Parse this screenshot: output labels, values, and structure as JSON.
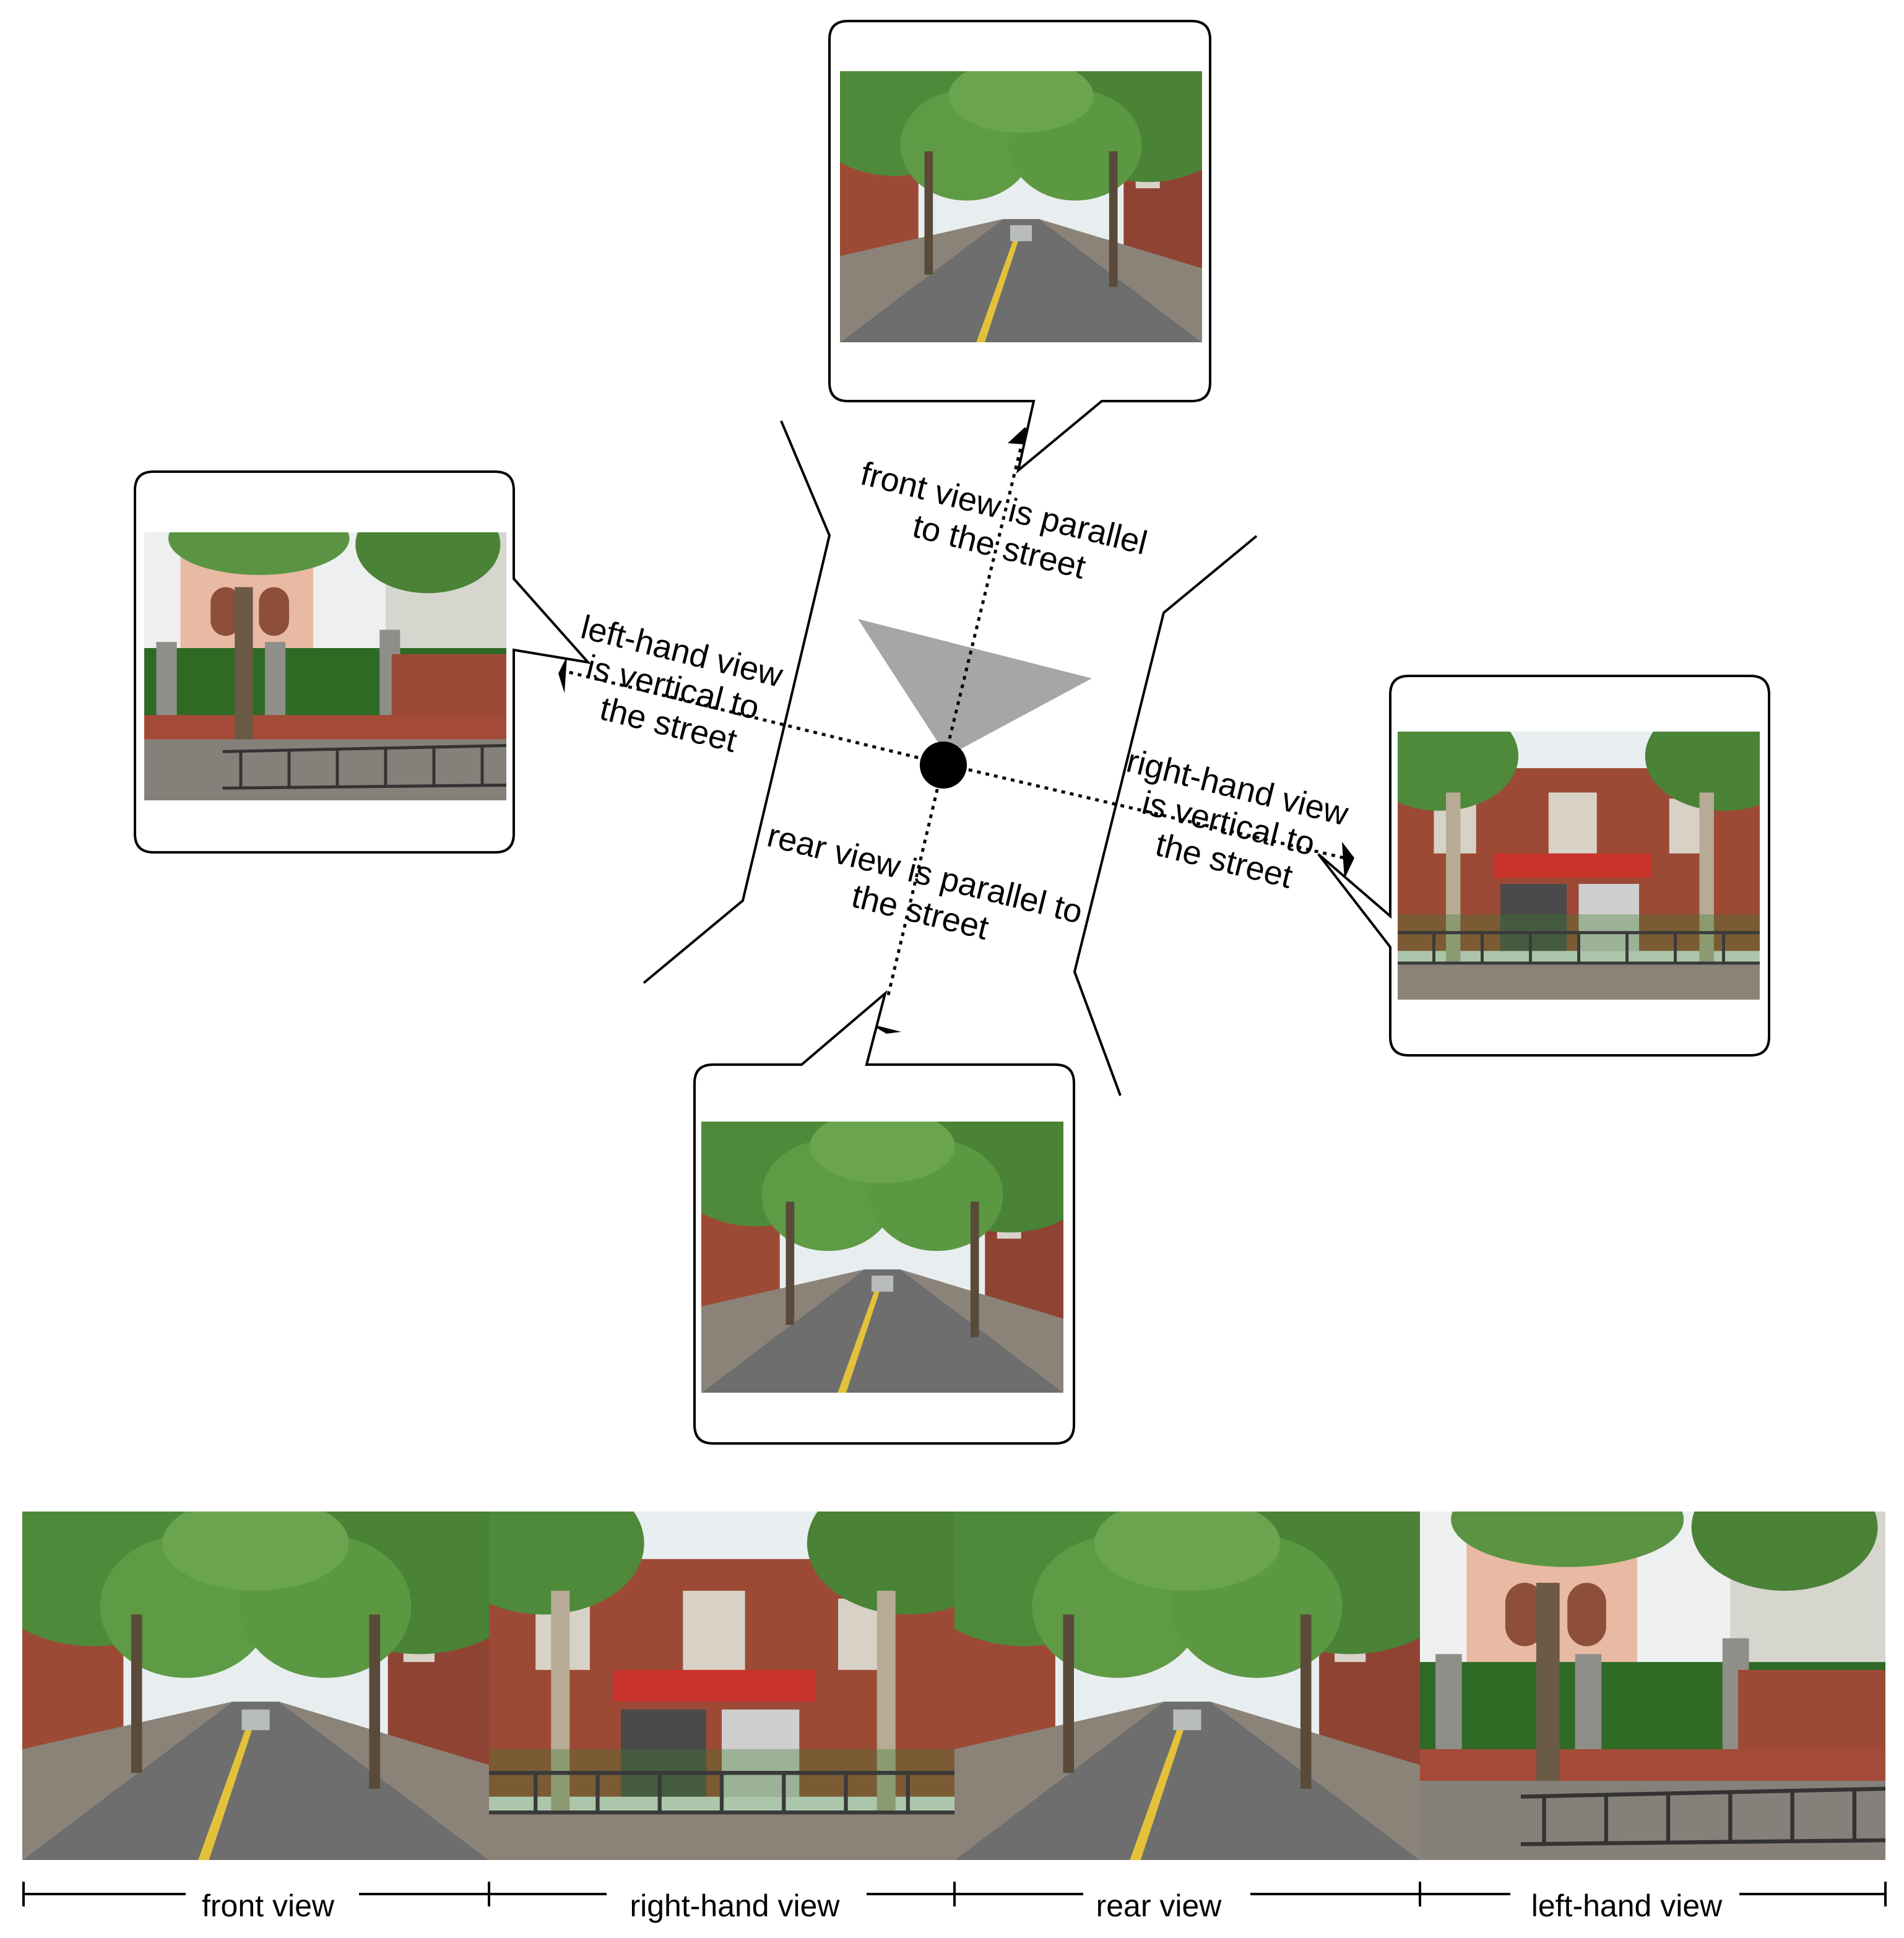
{
  "center_labels": {
    "front": [
      "front view is parallel",
      "to the street"
    ],
    "left": [
      "left-hand view",
      "is vertical to",
      "the street"
    ],
    "right": [
      "right-hand view",
      "is vertical to",
      "the street"
    ],
    "rear": [
      "rear view is parallel to",
      "the street"
    ]
  },
  "panorama_segments": [
    "front view",
    "right-hand view",
    "rear view",
    "left-hand view"
  ],
  "colors": {
    "line": "#000000",
    "view_cone": "#a6a6a6",
    "sky": "#e9eef0",
    "tree": "#4f8a3a",
    "tree_dark": "#2f5e22",
    "brick": "#9c4a36",
    "road": "#6e6e6e",
    "yellow_line": "#e3c23a",
    "shop_red": "#c8332b",
    "hedge": "#3d7a2e"
  },
  "icons": {
    "viewpoint": "observer-dot-icon",
    "arrow": "arrowhead-icon"
  }
}
